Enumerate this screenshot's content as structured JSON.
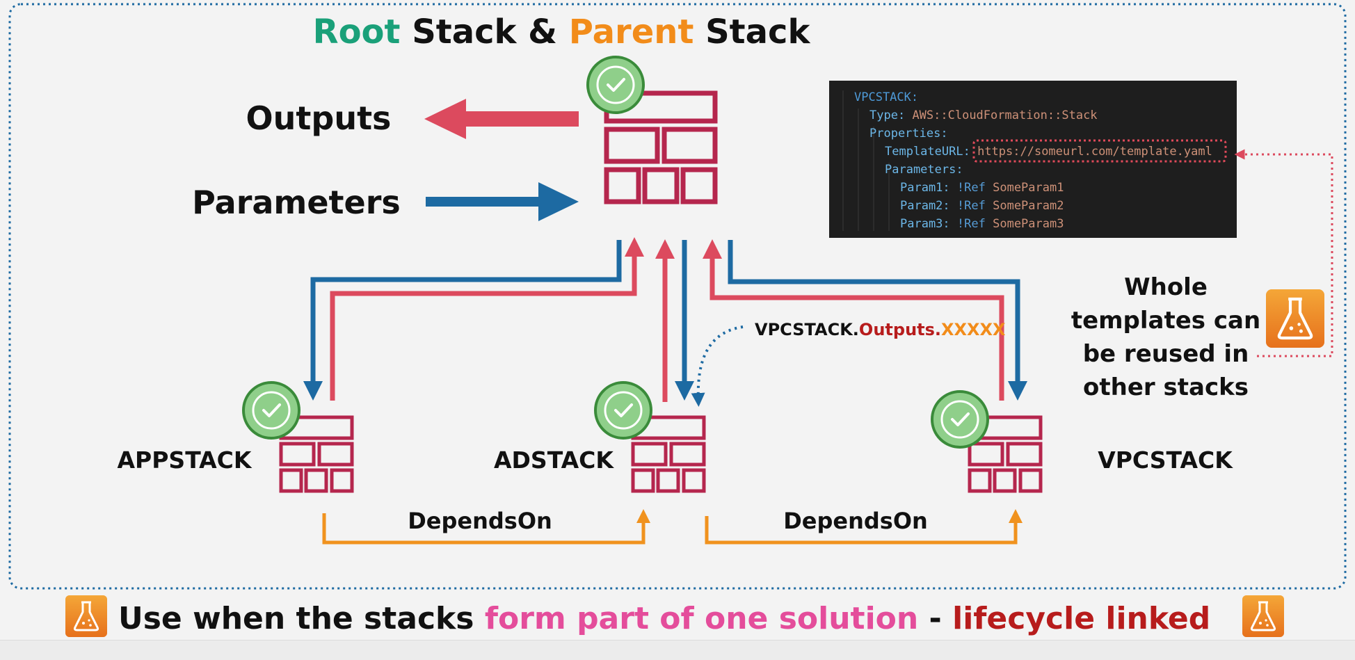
{
  "title": {
    "root_word": "Root",
    "stack_word1": "Stack &",
    "parent_word": "Parent",
    "stack_word2": "Stack"
  },
  "labels": {
    "outputs": "Outputs",
    "parameters": "Parameters",
    "appstack": "APPSTACK",
    "adstack": "ADSTACK",
    "vpcstack": "VPCSTACK",
    "depends_on_1": "DependsOn",
    "depends_on_2": "DependsOn",
    "ref_prefix": "VPCSTACK.",
    "ref_outputs": "Outputs.",
    "ref_x": "XXXXX",
    "reuse_line1": "Whole",
    "reuse_line2": "templates can",
    "reuse_line3": "be reused in",
    "reuse_line4": "other stacks"
  },
  "code": {
    "line1": "VPCSTACK:",
    "line2_key": "Type:",
    "line2_val": "AWS::CloudFormation::Stack",
    "line3": "Properties:",
    "line4_key": "TemplateURL:",
    "line4_val": "https://someurl.com/template.yaml",
    "line5": "Parameters:",
    "params": [
      {
        "key": "Param1:",
        "ref": "!Ref",
        "val": "SomeParam1"
      },
      {
        "key": "Param2:",
        "ref": "!Ref",
        "val": "SomeParam2"
      },
      {
        "key": "Param3:",
        "ref": "!Ref",
        "val": "SomeParam3"
      }
    ]
  },
  "footer": {
    "part1": "Use when the stacks",
    "part2": "form part of one solution",
    "part3": "-",
    "part4": "lifecycle linked"
  },
  "colors": {
    "green": "#1aa079",
    "orange": "#f28c1a",
    "stack": "#b5264d",
    "red_arrow": "#dc4a5e",
    "blue_arrow": "#1d6aa2",
    "depends": "#f0921e",
    "pink": "#e44d9b",
    "dark_red": "#b71c1c",
    "check_fill": "#8fcf8a",
    "check_stroke": "#3a8b3a"
  },
  "icons": [
    "check-badge-icon",
    "flask-icon"
  ]
}
